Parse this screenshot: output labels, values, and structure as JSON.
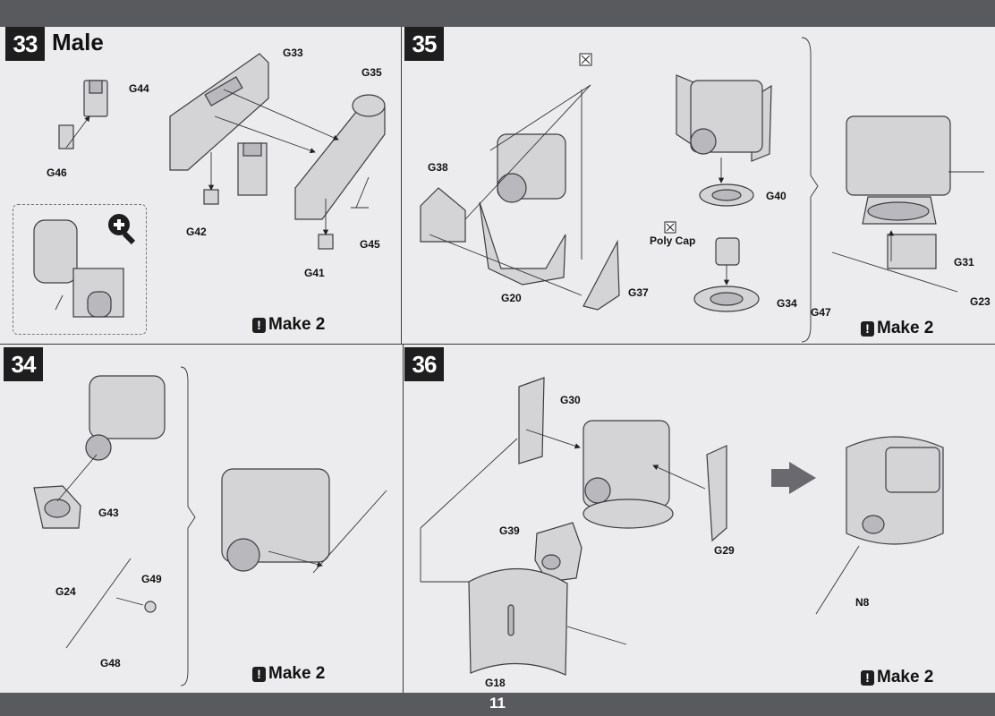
{
  "page": {
    "number": "11"
  },
  "steps": [
    {
      "number": "33",
      "title": "Male",
      "make": "Make 2",
      "parts": [
        "G33",
        "G35",
        "G44",
        "G46",
        "G42",
        "G45",
        "G41"
      ]
    },
    {
      "number": "35",
      "title": "",
      "make": "Make 2",
      "poly_cap": "Poly Cap",
      "parts": [
        "G38",
        "G20",
        "G37",
        "G40",
        "G34",
        "G31",
        "G47",
        "G23"
      ]
    },
    {
      "number": "34",
      "title": "",
      "make": "Make 2",
      "parts": [
        "G43",
        "G24",
        "G49",
        "G48"
      ]
    },
    {
      "number": "36",
      "title": "",
      "make": "Make 2",
      "parts": [
        "G30",
        "G39",
        "G29",
        "G18",
        "N8"
      ]
    }
  ],
  "icons": {
    "zoom": "magnify-plus-icon",
    "warning": "exclamation-icon",
    "no_glue": "no-glue-icon",
    "arrow": "right-arrow-icon"
  },
  "colors": {
    "part_fill": "#d4d4d7",
    "part_stroke": "#3c3c3f",
    "bar": "#595a5e",
    "badge": "#1e1e1e"
  }
}
